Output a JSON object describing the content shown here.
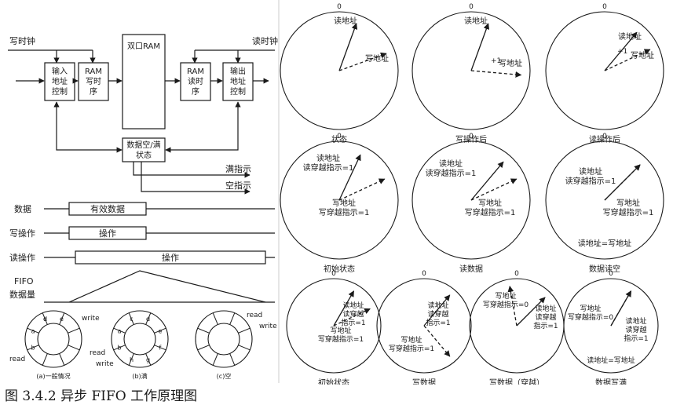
{
  "caption": "图 3.4.2 异步 FIFO 工作原理图",
  "block_diagram": {
    "write_clock": "写时钟",
    "read_clock": "读时钟",
    "input_addr_ctrl": [
      "输入",
      "地址",
      "控制"
    ],
    "ram_write_timing": [
      "RAM",
      "写时",
      "序"
    ],
    "dual_port_ram": "双口RAM",
    "ram_read_timing": [
      "RAM",
      "读时",
      "序"
    ],
    "output_addr_ctrl": [
      "输出",
      "地址",
      "控制"
    ],
    "status": [
      "数据空/满",
      "状态"
    ],
    "full_flag": "满指示",
    "empty_flag": "空指示"
  },
  "timing": {
    "data_label": "数据",
    "data_bar": "有效数据",
    "write_label": "写操作",
    "write_bar": "操作",
    "read_label": "读操作",
    "read_bar": "操作",
    "fifo_label": [
      "FIFO",
      "数据量"
    ]
  },
  "ring_buffers": [
    {
      "caption": "(a)一般情况",
      "cells": [
        "d",
        "e",
        "",
        "",
        "",
        "",
        "a",
        "b",
        "c"
      ]
    },
    {
      "caption": "(b)满",
      "cells": [
        "c",
        "d",
        "e",
        "f",
        "g",
        "h",
        "a",
        "b"
      ]
    },
    {
      "caption": "(c)空",
      "cells": []
    }
  ],
  "ring_labels": {
    "read": "read",
    "write": "write"
  },
  "pointer_circles": {
    "zero": "0",
    "row1": [
      {
        "caption": "状态",
        "read": "读地址",
        "write": "写地址",
        "extra": ""
      },
      {
        "caption": "写操作后",
        "read": "读地址",
        "write": "写地址",
        "extra": "+1"
      },
      {
        "caption": "读操作后",
        "read": "读地址",
        "write": "写地址",
        "extra": "+1"
      }
    ],
    "row2": [
      {
        "caption": "初始状态",
        "read": [
          "读地址",
          "读穿越指示=1"
        ],
        "write": [
          "写地址",
          "写穿越指示=1"
        ],
        "note": ""
      },
      {
        "caption": "读数据",
        "read": [
          "读地址",
          "读穿越指示=1"
        ],
        "write": [
          "写地址",
          "写穿越指示=1"
        ],
        "note": ""
      },
      {
        "caption": "数据读空",
        "read": [
          "读地址",
          "读穿越指示=1"
        ],
        "write": [
          "写地址",
          "写穿越指示=1"
        ],
        "note": "读地址=写地址"
      }
    ],
    "row3": [
      {
        "caption": "初始状态",
        "read": [
          "读地址",
          "读穿越",
          "指示=1"
        ],
        "write": [
          "写地址",
          "写穿越指示=1"
        ],
        "note": ""
      },
      {
        "caption": "写数据",
        "read": [
          "读地址",
          "读穿越",
          "指示=1"
        ],
        "write": [
          "写地址",
          "写穿越指示=1"
        ],
        "note": ""
      },
      {
        "caption": "写数据（穿越）",
        "read": [
          "读地址",
          "读穿越",
          "指示=1"
        ],
        "write": [
          "写地址",
          "写穿越指示=0"
        ],
        "note": ""
      },
      {
        "caption": "数据写满",
        "read": [
          "读地址",
          "读穿越",
          "指示=1"
        ],
        "write": [
          "写地址",
          "写穿越指示=0"
        ],
        "note": "读地址=写地址"
      }
    ]
  }
}
